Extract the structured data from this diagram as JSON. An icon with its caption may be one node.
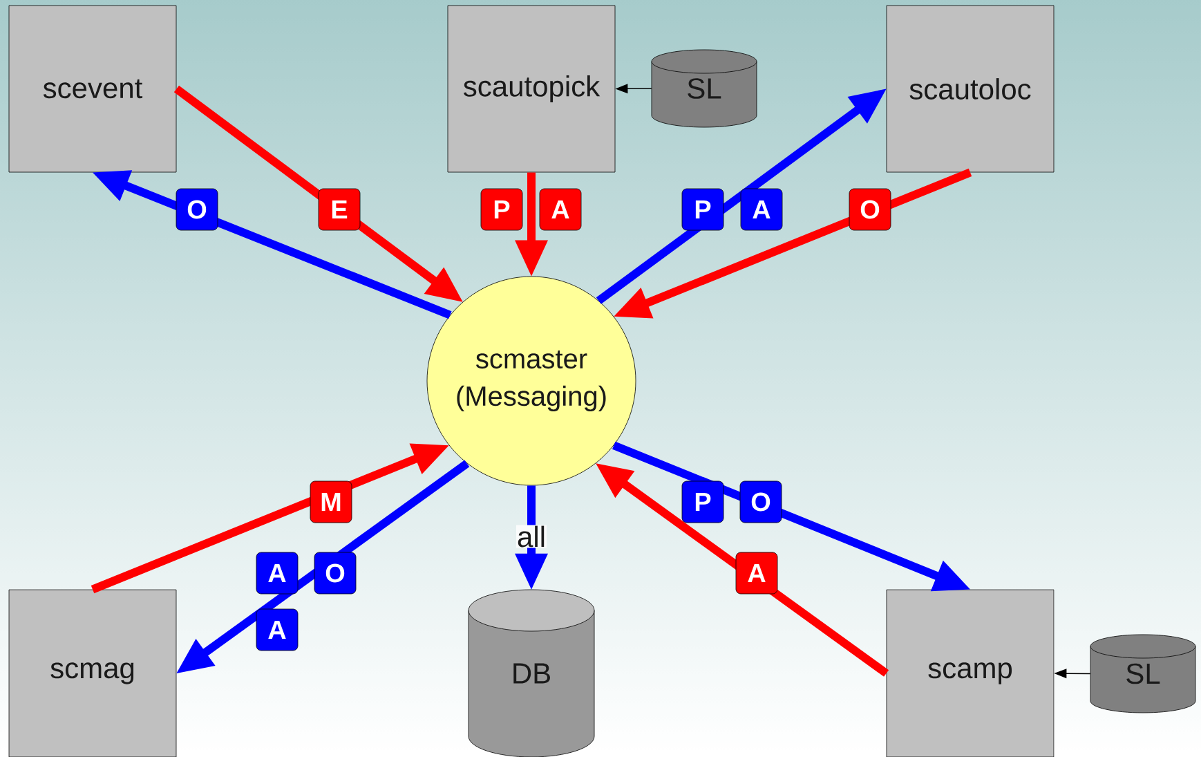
{
  "diagram": {
    "nodes": [
      {
        "text": [
          "scevent"
        ]
      },
      {
        "text": [
          "scautopick"
        ]
      },
      {
        "text": [
          "SL"
        ]
      },
      {
        "text": [
          "scautoloc"
        ]
      },
      {
        "text": [
          "scmaster (Messaging)"
        ]
      },
      {
        "text": [
          "scmag"
        ]
      },
      {
        "text": [
          "DB"
        ]
      },
      {
        "text": [
          "scamp"
        ]
      },
      {
        "text": [
          "SL"
        ]
      }
    ],
    "edges": [
      {
        "from": 4,
        "to": 0,
        "arrow": "to",
        "label": "O",
        "color": "#0000ff"
      },
      {
        "from": 0,
        "to": 4,
        "arrow": "to",
        "label": "E",
        "color": "#ff0000"
      },
      {
        "from": 1,
        "to": 4,
        "arrow": "to",
        "label": "P",
        "color": "#ff0000"
      },
      {
        "from": 2,
        "to": 1,
        "arrow": "to",
        "color": "#000000"
      },
      {
        "from": 4,
        "to": 3,
        "arrow": "to",
        "label": "P",
        "color": "#0000ff"
      },
      {
        "from": 3,
        "to": 4,
        "arrow": "to",
        "label": "O",
        "color": "#ff0000"
      },
      {
        "from": 5,
        "to": 4,
        "arrow": "to",
        "label": "M",
        "color": "#ff0000"
      },
      {
        "from": 4,
        "to": 5,
        "arrow": "to",
        "label": "A",
        "color": "#0000ff"
      },
      {
        "from": 4,
        "to": 6,
        "arrow": "to",
        "label": "all",
        "color": "#0000ff"
      },
      {
        "from": 4,
        "to": 7,
        "arrow": "to",
        "label": "P",
        "color": "#0000ff"
      },
      {
        "from": 7,
        "to": 4,
        "arrow": "to",
        "label": "A",
        "color": "#ff0000"
      },
      {
        "from": 8,
        "to": 7,
        "arrow": "to",
        "color": "#000000"
      }
    ],
    "labels": [
      "A",
      "A",
      "O",
      "O",
      "A"
    ]
  }
}
